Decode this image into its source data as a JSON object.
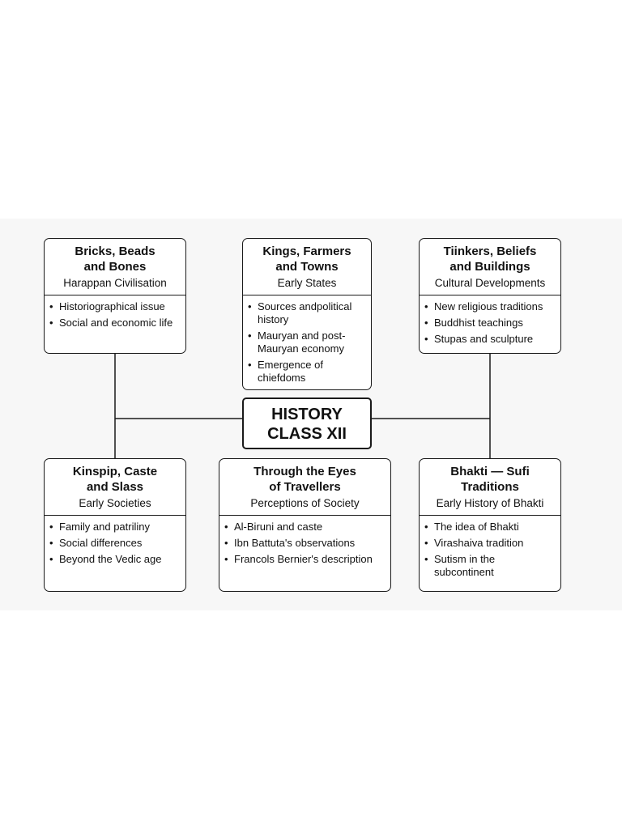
{
  "center": {
    "label": "HISTORY\nCLASS XII"
  },
  "boxes": {
    "top_left": {
      "title": "Bricks, Beads\nand Bones",
      "subtitle": "Harappan Civilisation",
      "items": [
        "Historiographical issue",
        "Social and economic life"
      ]
    },
    "top_center": {
      "title": "Kings, Farmers\nand Towns",
      "subtitle": "Early States",
      "items": [
        "Sources andpolitical\nhistory",
        "Mauryan and post-\nMauryan economy",
        "Emergence of\nchiefdoms"
      ]
    },
    "top_right": {
      "title": "Tiinkers, Beliefs\nand Buildings",
      "subtitle": "Cultural Developments",
      "items": [
        "New religious traditions",
        "Buddhist teachings",
        "Stupas and sculpture"
      ]
    },
    "bottom_left": {
      "title": "Kinspip, Caste\nand Slass",
      "subtitle": "Early Societies",
      "items": [
        "Family and patriliny",
        "Social differences",
        "Beyond the Vedic age"
      ]
    },
    "bottom_center": {
      "title": "Through the Eyes\nof Travellers",
      "subtitle": "Perceptions of Society",
      "items": [
        "Al-Biruni and caste",
        "Ibn Battuta's observations",
        "Francols Bernier's description"
      ]
    },
    "bottom_right": {
      "title": "Bhakti — Sufi\nTraditions",
      "subtitle": "Early History of Bhakti",
      "items": [
        "The idea of Bhakti",
        "Virashaiva tradition",
        "Sutism in the\nsubcontinent"
      ]
    }
  }
}
